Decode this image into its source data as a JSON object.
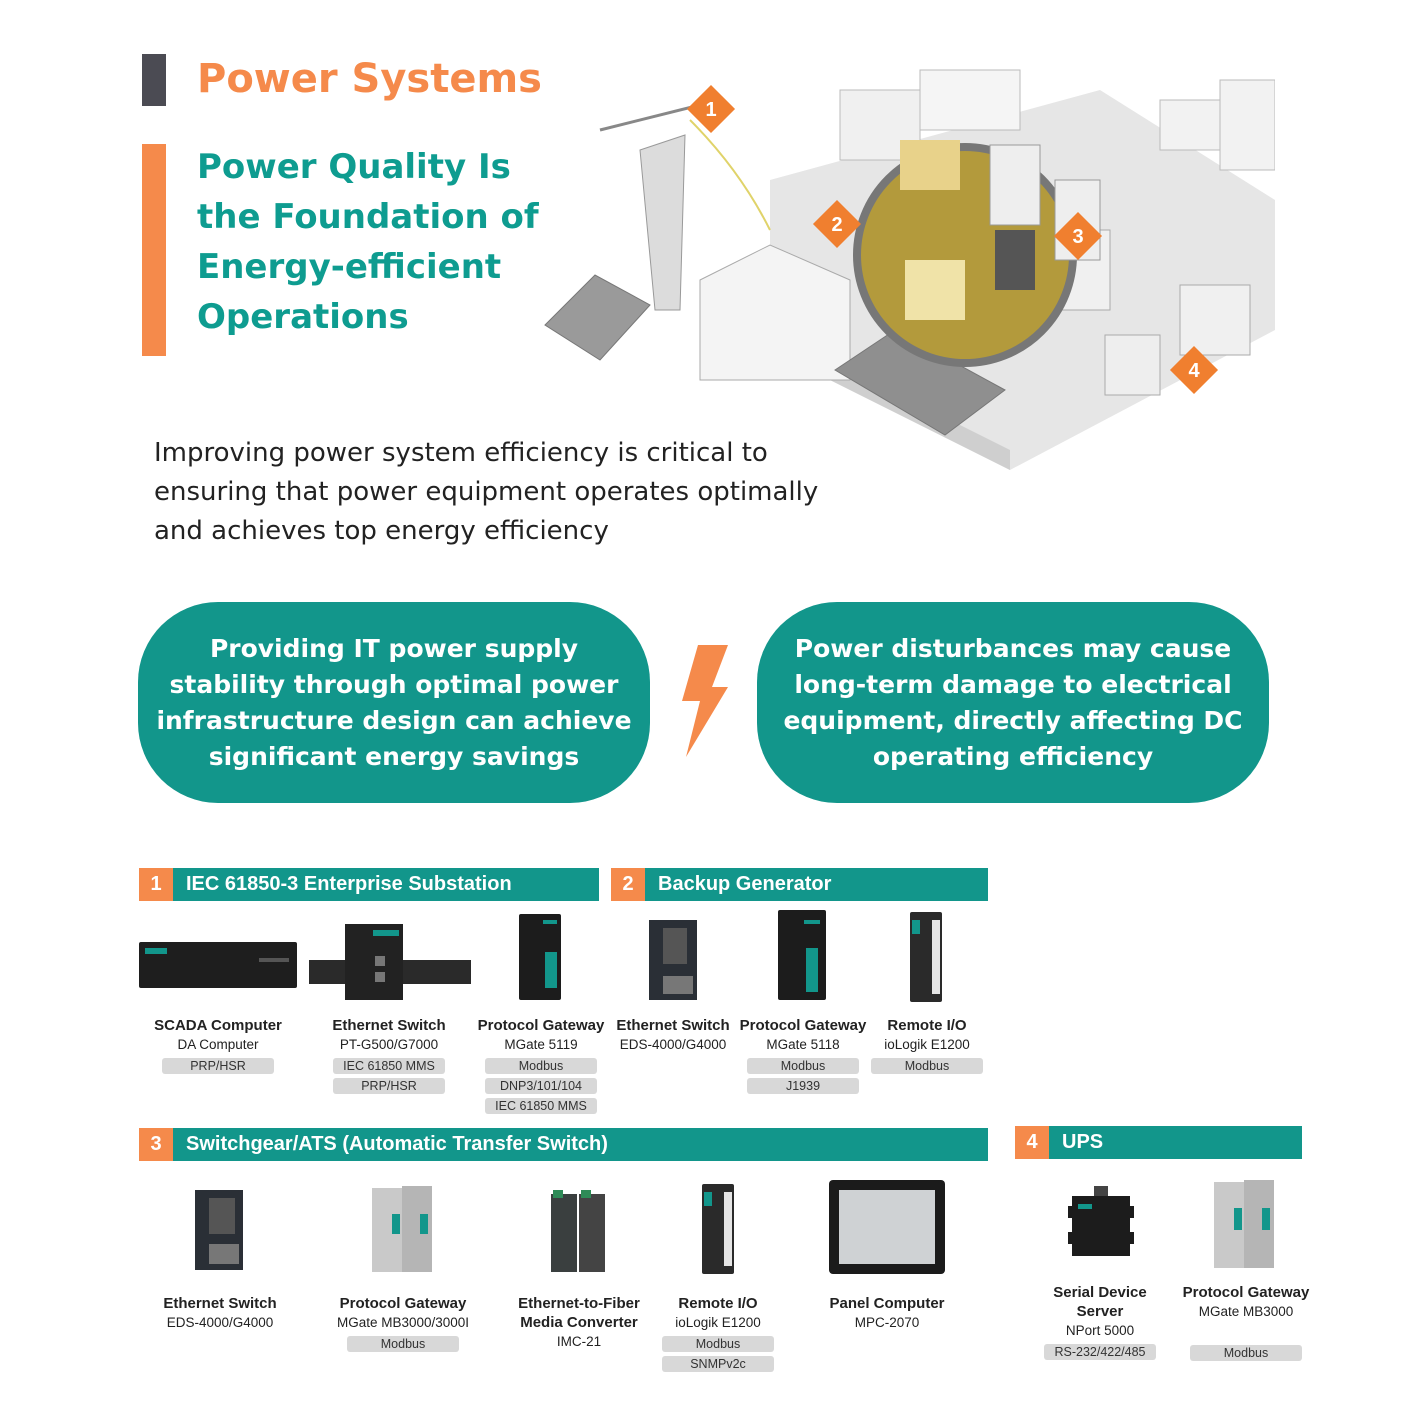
{
  "header": {
    "title": "Power Systems",
    "subtitle": "Power Quality  Is the Foundation of Energy-efficient Operations"
  },
  "intro": "Improving power system efficiency is critical to ensuring that power equipment operates optimally and achieves top energy efficiency",
  "illustration": {
    "markers": [
      "1",
      "2",
      "3",
      "4"
    ]
  },
  "pills": {
    "left": "Providing IT power supply stability through optimal power infrastructure design can achieve significant energy savings",
    "right": "Power disturbances may cause long-term damage to electrical equipment, directly affecting DC operating efficiency"
  },
  "colors": {
    "teal": "#12968b",
    "orange": "#f58a4b",
    "dark": "#4b4b53"
  },
  "sections": [
    {
      "num": "1",
      "title": "IEC 61850-3 Enterprise Substation",
      "products": [
        {
          "name": "SCADA Computer",
          "model": "DA Computer",
          "tags": [
            "PRP/HSR"
          ]
        },
        {
          "name": "Ethernet Switch",
          "model": "PT-G500/G7000",
          "tags": [
            "IEC 61850 MMS",
            "PRP/HSR"
          ]
        },
        {
          "name": "Protocol Gateway",
          "model": "MGate 5119",
          "tags": [
            "Modbus",
            "DNP3/101/104",
            "IEC 61850 MMS"
          ]
        }
      ]
    },
    {
      "num": "2",
      "title": "Backup Generator",
      "products": [
        {
          "name": "Ethernet Switch",
          "model": "EDS-4000/G4000",
          "tags": []
        },
        {
          "name": "Protocol Gateway",
          "model": "MGate 5118",
          "tags": [
            "Modbus",
            "J1939"
          ]
        },
        {
          "name": "Remote I/O",
          "model": "ioLogik E1200",
          "tags": [
            "Modbus"
          ]
        }
      ]
    },
    {
      "num": "3",
      "title": "Switchgear/ATS (Automatic Transfer Switch)",
      "products": [
        {
          "name": "Ethernet Switch",
          "model": "EDS-4000/G4000",
          "tags": []
        },
        {
          "name": "Protocol Gateway",
          "model": "MGate MB3000/3000I",
          "tags": [
            "Modbus"
          ]
        },
        {
          "name": "Ethernet-to-Fiber Media Converter",
          "model": "IMC-21",
          "tags": []
        },
        {
          "name": "Remote I/O",
          "model": "ioLogik E1200",
          "tags": [
            "Modbus",
            "SNMPv2c"
          ]
        },
        {
          "name": "Panel Computer",
          "model": "MPC-2070",
          "tags": []
        }
      ]
    },
    {
      "num": "4",
      "title": "UPS",
      "products": [
        {
          "name": "Serial Device Server",
          "model": "NPort 5000",
          "tags": [
            "RS-232/422/485"
          ]
        },
        {
          "name": "Protocol Gateway",
          "model": "MGate MB3000",
          "tags": [
            "Modbus"
          ]
        }
      ]
    }
  ]
}
